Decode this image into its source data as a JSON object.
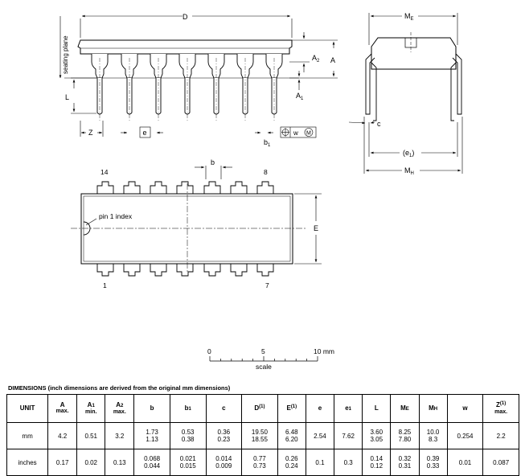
{
  "labels": {
    "D": "D",
    "ME": "M",
    "ME_sub": "E",
    "MH": "M",
    "MH_sub": "H",
    "seating_plane": "seating plane",
    "A": "A",
    "A2": "A",
    "A2_sub": "2",
    "A1": "A",
    "A1_sub": "1",
    "L": "L",
    "Z": "Z",
    "e": "e",
    "b1": "b",
    "b1_sub": "1",
    "w": "w",
    "M_circ": "M",
    "c": "c",
    "e1": "(e",
    "e1_sub": "1",
    "e1_close": ")",
    "b": "b",
    "E": "E",
    "pin1_index": "pin 1 index",
    "pin14": "14",
    "pin8": "8",
    "pin1": "1",
    "pin7": "7"
  },
  "scale": {
    "t0": "0",
    "t5": "5",
    "t10": "10 mm",
    "label": "scale"
  },
  "table": {
    "title": "DIMENSIONS (inch dimensions are derived from the original mm dimensions)",
    "headers": [
      {
        "main": "UNIT"
      },
      {
        "main": "A",
        "lim": "max."
      },
      {
        "main": "A",
        "sub": "1",
        "lim": "min."
      },
      {
        "main": "A",
        "sub": "2",
        "lim": "max."
      },
      {
        "main": "b"
      },
      {
        "main": "b",
        "sub": "1"
      },
      {
        "main": "c"
      },
      {
        "main": "D",
        "sup": "(1)"
      },
      {
        "main": "E",
        "sup": "(1)"
      },
      {
        "main": "e"
      },
      {
        "main": "e",
        "sub": "1"
      },
      {
        "main": "L"
      },
      {
        "main": "M",
        "sub": "E"
      },
      {
        "main": "M",
        "sub": "H"
      },
      {
        "main": "w"
      },
      {
        "main": "Z",
        "sup": "(1)",
        "lim": "max."
      }
    ],
    "rows": [
      {
        "unit": "mm",
        "cells": [
          [
            "4.2"
          ],
          [
            "0.51"
          ],
          [
            "3.2"
          ],
          [
            "1.73",
            "1.13"
          ],
          [
            "0.53",
            "0.38"
          ],
          [
            "0.36",
            "0.23"
          ],
          [
            "19.50",
            "18.55"
          ],
          [
            "6.48",
            "6.20"
          ],
          [
            "2.54"
          ],
          [
            "7.62"
          ],
          [
            "3.60",
            "3.05"
          ],
          [
            "8.25",
            "7.80"
          ],
          [
            "10.0",
            "8.3"
          ],
          [
            "0.254"
          ],
          [
            "2.2"
          ]
        ]
      },
      {
        "unit": "inches",
        "cells": [
          [
            "0.17"
          ],
          [
            "0.02"
          ],
          [
            "0.13"
          ],
          [
            "0.068",
            "0.044"
          ],
          [
            "0.021",
            "0.015"
          ],
          [
            "0.014",
            "0.009"
          ],
          [
            "0.77",
            "0.73"
          ],
          [
            "0.26",
            "0.24"
          ],
          [
            "0.1"
          ],
          [
            "0.3"
          ],
          [
            "0.14",
            "0.12"
          ],
          [
            "0.32",
            "0.31"
          ],
          [
            "0.39",
            "0.33"
          ],
          [
            "0.01"
          ],
          [
            "0.087"
          ]
        ]
      }
    ]
  }
}
